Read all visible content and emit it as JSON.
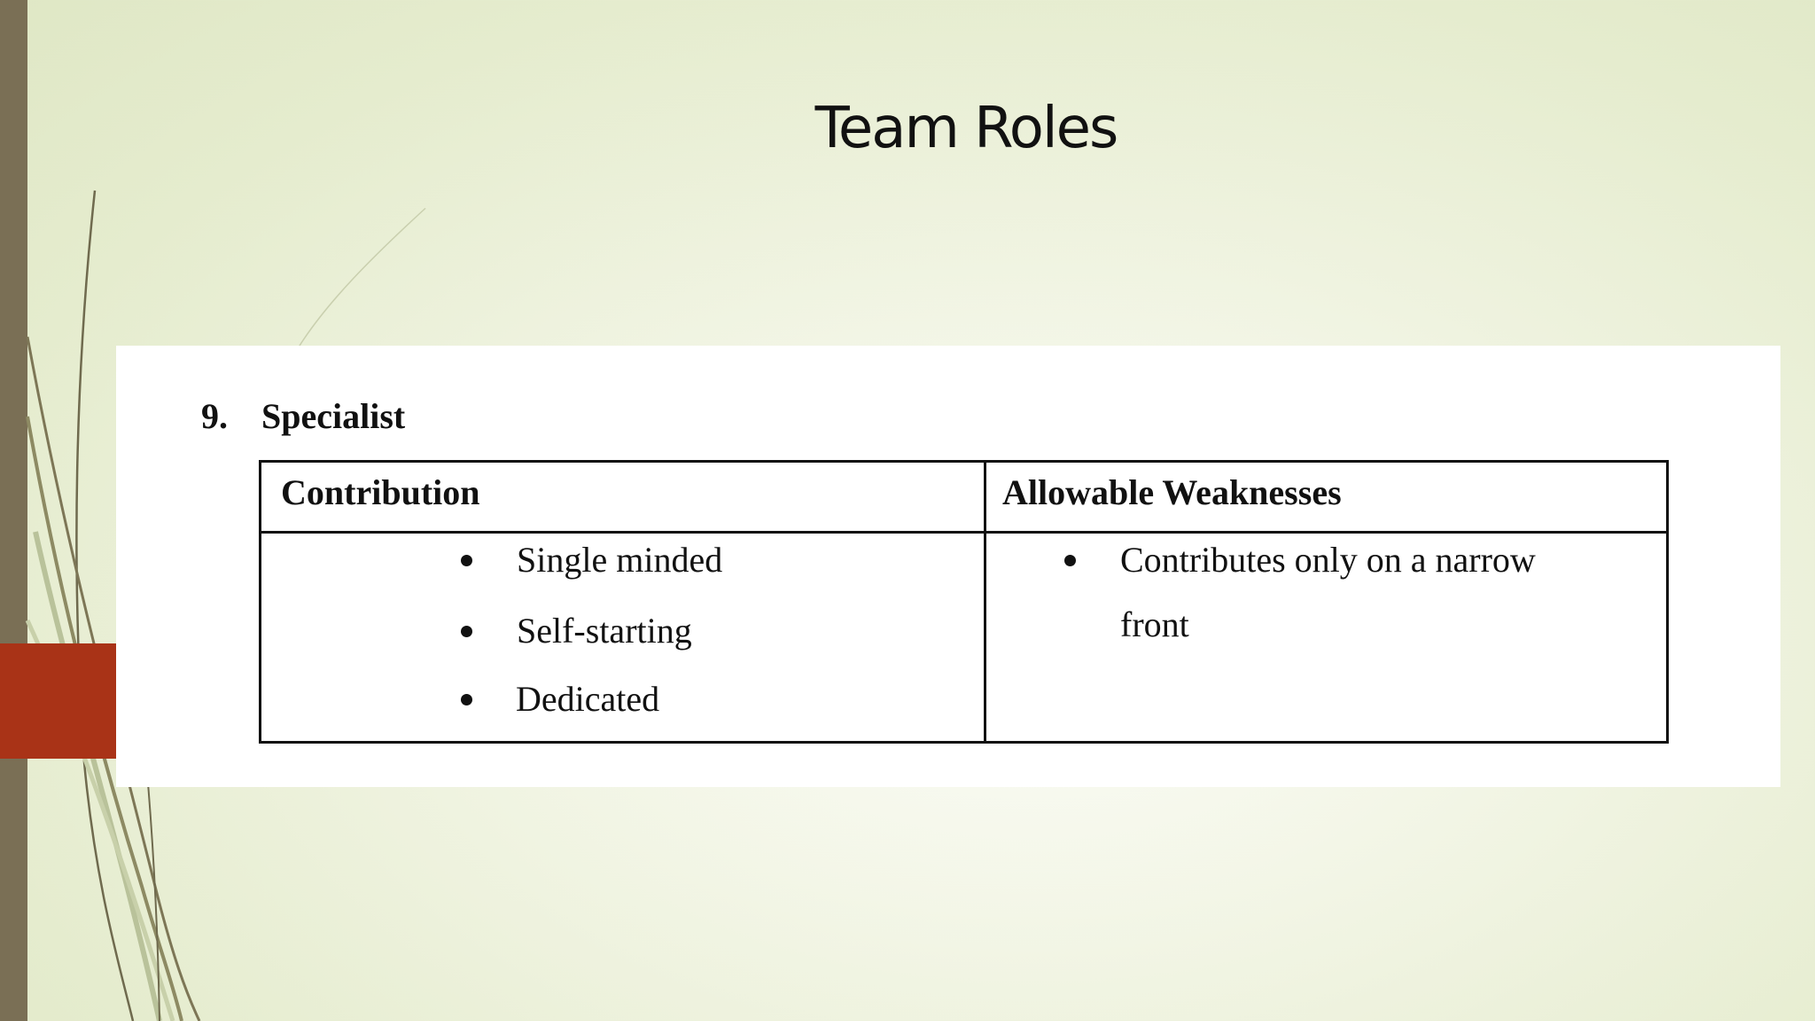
{
  "slide": {
    "title": "Team Roles"
  },
  "section": {
    "number": "9.",
    "name": "Specialist"
  },
  "table": {
    "columns": [
      "Contribution",
      "Allowable Weaknesses"
    ],
    "contribution_items": [
      "Single minded",
      "Self-starting",
      "Dedicated"
    ],
    "weakness_items": [
      "Contributes only on a narrow",
      "front"
    ]
  },
  "colors": {
    "left_bar": "#7a6f55",
    "accent_red": "#a93317",
    "background": "#e5ecce",
    "panel": "#ffffff"
  }
}
